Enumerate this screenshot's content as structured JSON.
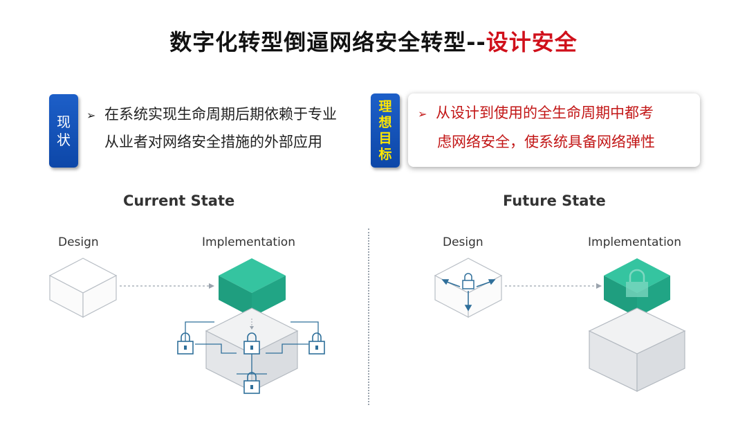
{
  "title": {
    "main": "数字化转型倒逼网络安全转型--",
    "highlight": "设计安全"
  },
  "current": {
    "tag": [
      "现",
      "状"
    ],
    "line1": "在系统实现生命周期后期依赖于专业",
    "line2": "从业者对网络安全措施的外部应用"
  },
  "goal": {
    "tag": [
      "理",
      "想",
      "目",
      "标"
    ],
    "line1": "从设计到使用的全生命周期中都考",
    "line2": "虑网络安全，使系统具备网络弹性"
  },
  "diagram": {
    "left_heading": "Current State",
    "right_heading": "Future State",
    "design_label": "Design",
    "implementation_label": "Implementation"
  },
  "colors": {
    "accent_red": "#d0101b",
    "tag_blue": "#1456bd",
    "cube_green": "#21a585"
  }
}
